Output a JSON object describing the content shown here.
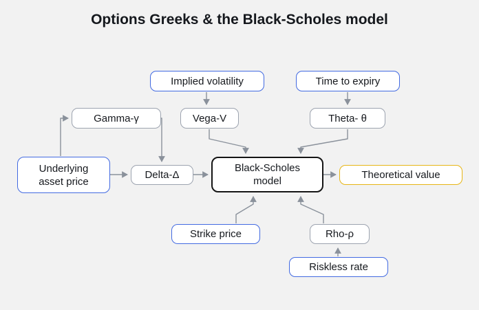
{
  "title": "Options Greeks & the Black-Scholes model",
  "colors": {
    "background": "#f2f2f2",
    "node_fill": "#ffffff",
    "input_border_blue": "#4169e1",
    "greek_border_gray": "#9ca3af",
    "model_border_black": "#141414",
    "output_border_gold": "#e7b514",
    "arrow": "#8a919b",
    "text": "#15181d"
  },
  "nodes": {
    "implied_volatility": {
      "label": "Implied volatility"
    },
    "time_to_expiry": {
      "label": "Time to expiry"
    },
    "gamma": {
      "label": "Gamma-γ"
    },
    "vega": {
      "label": "Vega-V"
    },
    "theta": {
      "label": "Theta- θ"
    },
    "underlying": {
      "line1": "Underlying",
      "line2": "asset price"
    },
    "delta": {
      "label": "Delta-Δ"
    },
    "black_scholes": {
      "line1": "Black-Scholes",
      "line2": "model"
    },
    "theoretical_value": {
      "label": "Theoretical value"
    },
    "strike_price": {
      "label": "Strike price"
    },
    "rho": {
      "label": "Rho-ρ"
    },
    "riskless_rate": {
      "label": "Riskless rate"
    }
  },
  "edges": [
    {
      "from": "Implied volatility",
      "to": "Vega-V"
    },
    {
      "from": "Vega-V",
      "to": "Black-Scholes model"
    },
    {
      "from": "Time to expiry",
      "to": "Theta- θ"
    },
    {
      "from": "Theta- θ",
      "to": "Black-Scholes model"
    },
    {
      "from": "Underlying asset price",
      "to": "Gamma-γ"
    },
    {
      "from": "Gamma-γ",
      "to": "Delta-Δ"
    },
    {
      "from": "Underlying asset price",
      "to": "Delta-Δ"
    },
    {
      "from": "Delta-Δ",
      "to": "Black-Scholes model"
    },
    {
      "from": "Strike price",
      "to": "Black-Scholes model"
    },
    {
      "from": "Riskless rate",
      "to": "Rho-ρ"
    },
    {
      "from": "Rho-ρ",
      "to": "Black-Scholes model"
    },
    {
      "from": "Black-Scholes model",
      "to": "Theoretical value"
    }
  ]
}
